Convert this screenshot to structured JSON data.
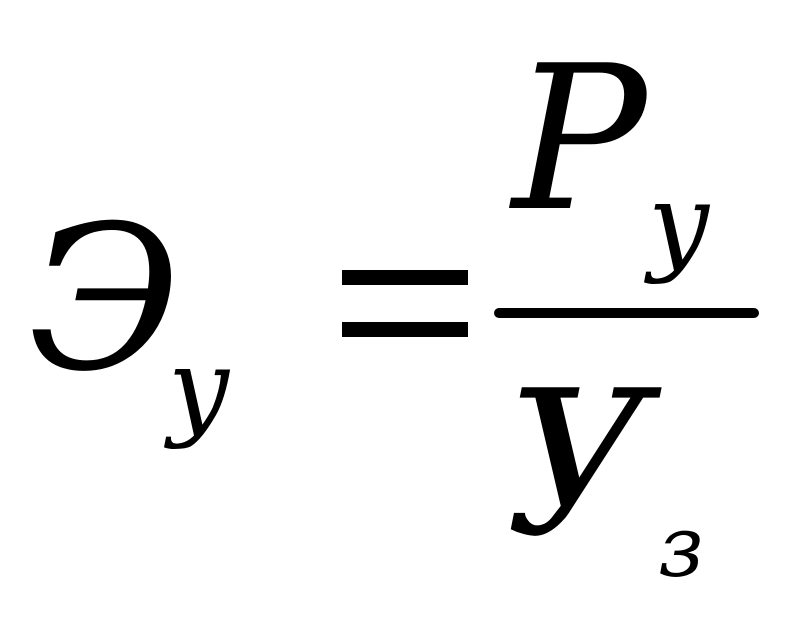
{
  "formula": {
    "lhs": {
      "symbol": "Э",
      "subscript": "у"
    },
    "operator": "=",
    "numerator": {
      "symbol": "Р",
      "subscript": "у"
    },
    "denominator": {
      "symbol": "У",
      "subscript": "з"
    }
  }
}
